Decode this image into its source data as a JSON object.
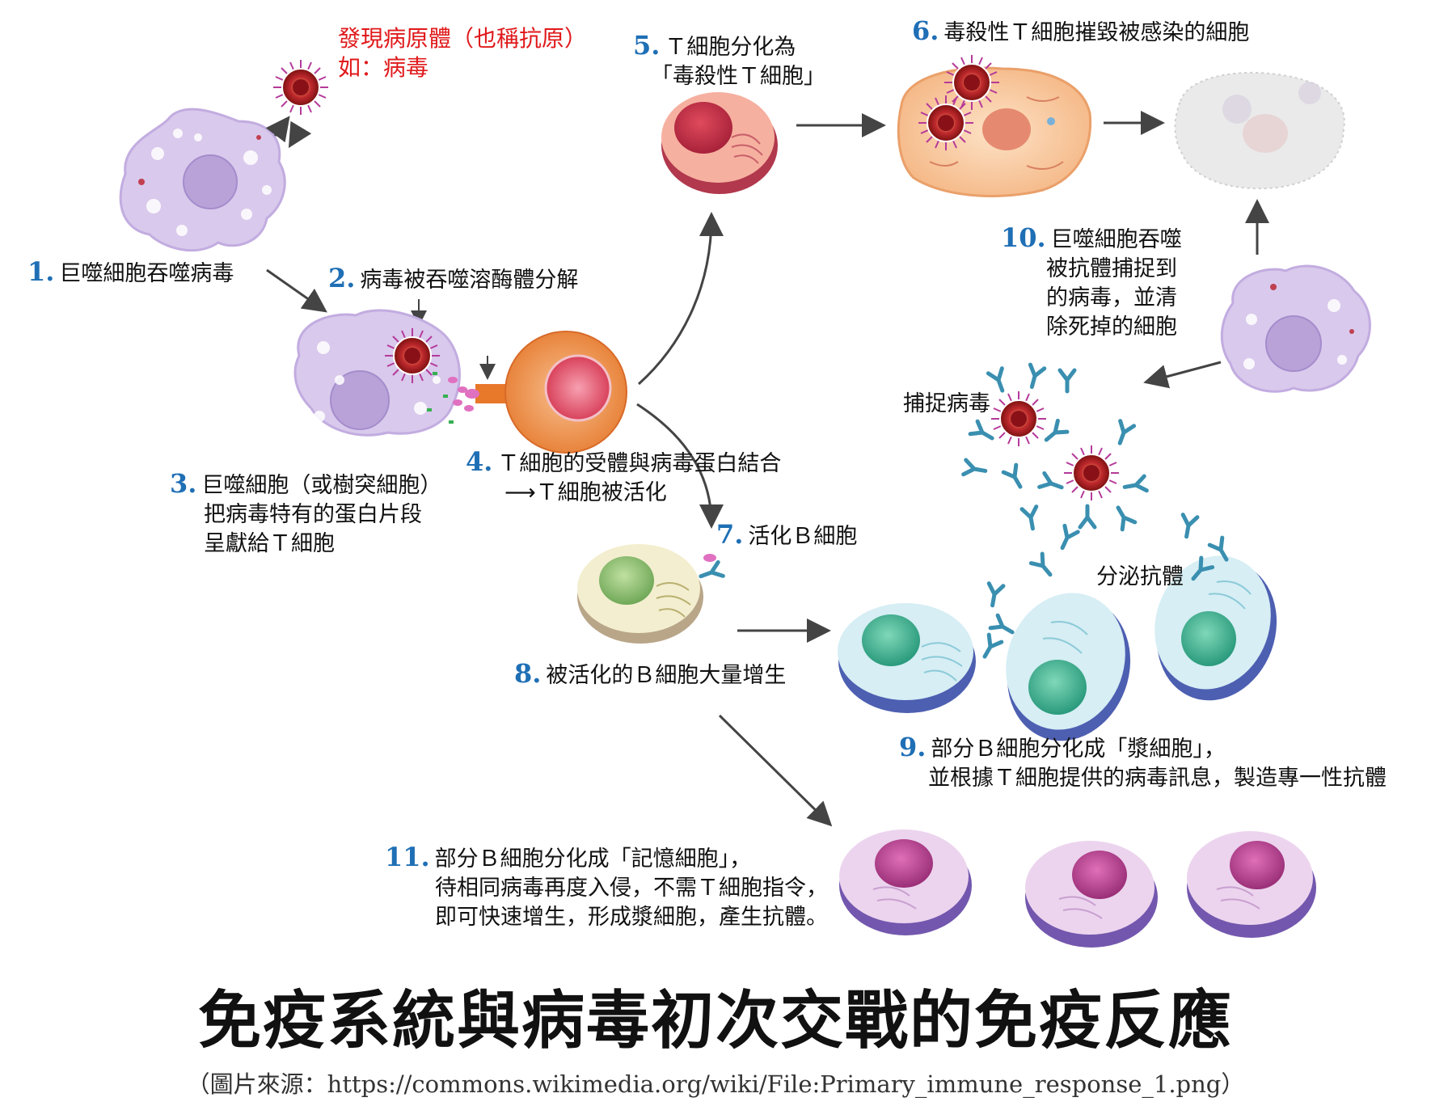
{
  "title": "免疫系統與病毒初次交戰的免疫反應",
  "source": "（圖片來源：https://commons.wikimedia.org/wiki/File:Primary_immune_response_1.png）",
  "pathogen": {
    "line1": "發現病原體（也稱抗原）",
    "line2": "如：病毒"
  },
  "steps": {
    "s1": {
      "num": "1.",
      "lines": [
        "巨噬細胞吞噬病毒"
      ]
    },
    "s2": {
      "num": "2.",
      "lines": [
        "病毒被吞噬溶酶體分解"
      ]
    },
    "s3": {
      "num": "3.",
      "lines": [
        "巨噬細胞（或樹突細胞）",
        "把病毒特有的蛋白片段",
        "呈獻給Ｔ細胞"
      ]
    },
    "s4": {
      "num": "4.",
      "lines": [
        "Ｔ細胞的受體與病毒蛋白結合",
        "⟶Ｔ細胞被活化"
      ]
    },
    "s5": {
      "num": "5.",
      "lines": [
        "Ｔ細胞分化為",
        "「毒殺性Ｔ細胞」"
      ]
    },
    "s6": {
      "num": "6.",
      "lines": [
        "毒殺性Ｔ細胞摧毀被感染的細胞"
      ]
    },
    "s7": {
      "num": "7.",
      "lines": [
        "活化Ｂ細胞"
      ]
    },
    "s8": {
      "num": "8.",
      "lines": [
        "被活化的Ｂ細胞大量增生"
      ]
    },
    "s9": {
      "num": "9.",
      "lines": [
        "部分Ｂ細胞分化成「漿細胞」，",
        "並根據Ｔ細胞提供的病毒訊息，製造專一性抗體"
      ]
    },
    "s10": {
      "num": "10.",
      "lines": [
        "巨噬細胞吞噬",
        "被抗體捕捉到",
        "的病毒，並清",
        "除死掉的細胞"
      ]
    },
    "s11": {
      "num": "11.",
      "lines": [
        "部分Ｂ細胞分化成「記憶細胞」，",
        "待相同病毒再度入侵，不需Ｔ細胞指令，",
        "即可快速增生，形成漿細胞，產生抗體。"
      ]
    }
  },
  "captions": {
    "capture": "捕捉病毒",
    "secrete": "分泌抗體"
  },
  "colors": {
    "macrophage": "#d8c8ea",
    "macrophage_nucleus": "#b5a0d4",
    "tcell": "#f0a070",
    "tcell_nucleus": "#e06070",
    "ctl": "#f4a8a0",
    "ctl_nucleus": "#d83a50",
    "bcell": "#f2edd0",
    "bcell_nucleus": "#86c070",
    "plasma": "#cfe8ee",
    "plasma_nucleus": "#3fae90",
    "memory": "#e6c8ea",
    "memory_nucleus": "#b84d94",
    "virus": "#c0242a",
    "antibody": "#3a8fb0",
    "arrow": "#444444",
    "step_number": "#1f6fb5"
  }
}
